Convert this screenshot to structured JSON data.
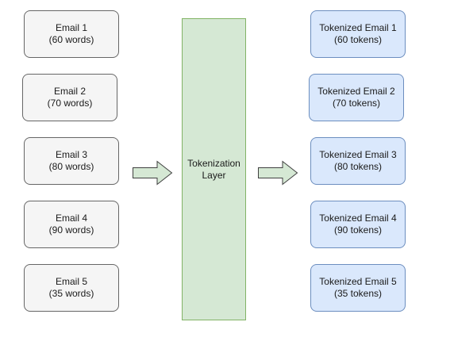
{
  "colors": {
    "input_fill": "#f5f5f5",
    "input_stroke": "#666666",
    "layer_fill": "#d5e8d4",
    "layer_stroke": "#82b366",
    "output_fill": "#dae8fc",
    "output_stroke": "#6c8ebf",
    "arrow_fill": "#d5e8d4",
    "arrow_stroke": "#3f3f3f"
  },
  "inputs": [
    {
      "title": "Email 1",
      "detail": "(60 words)"
    },
    {
      "title": "Email 2",
      "detail": "(70 words)"
    },
    {
      "title": "Email 3",
      "detail": "(80 words)"
    },
    {
      "title": "Email 4",
      "detail": "(90 words)"
    },
    {
      "title": "Email 5",
      "detail": "(35 words)"
    }
  ],
  "layer": {
    "line1": "Tokenization",
    "line2": "Layer"
  },
  "outputs": [
    {
      "title": "Tokenized Email 1",
      "detail": "(60 tokens)"
    },
    {
      "title": "Tokenized Email 2",
      "detail": "(70 tokens)"
    },
    {
      "title": "Tokenized Email 3",
      "detail": "(80 tokens)"
    },
    {
      "title": "Tokenized Email 4",
      "detail": "(90 tokens)"
    },
    {
      "title": "Tokenized Email 5",
      "detail": "(35 tokens)"
    }
  ]
}
